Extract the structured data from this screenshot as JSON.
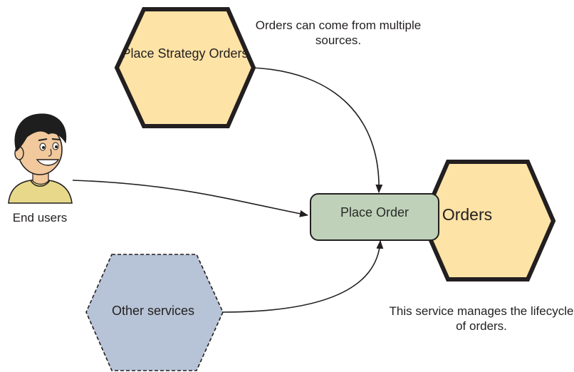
{
  "nodes": {
    "place_strategy_orders": "Place Strategy Orders",
    "orders": "Orders",
    "other_services": "Other services",
    "place_order": "Place Order",
    "end_users": "End users"
  },
  "notes": {
    "multiple_sources": "Orders can come from multiple sources.",
    "lifecycle": "This service manages the lifecycle of orders."
  },
  "colors": {
    "hex_yellow": "#fde3a6",
    "hex_blue": "#b7c3d6",
    "process_green": "#bfd2b9",
    "stroke": "#231f20",
    "skin": "#f2c99c",
    "shirt": "#e8d98a",
    "hair": "#1e1e1e"
  },
  "icons": {
    "end_user": "person-icon"
  }
}
